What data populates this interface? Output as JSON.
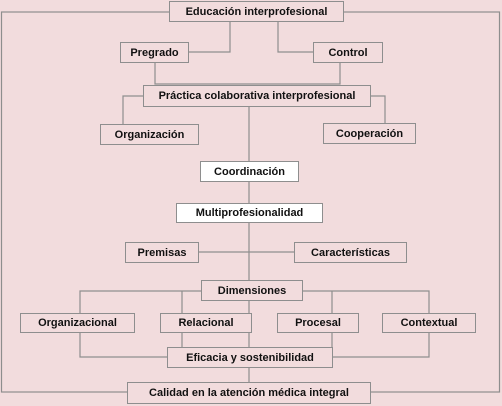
{
  "nodes": {
    "educacion": "Educación interprofesional",
    "pregrado": "Pregrado",
    "control": "Control",
    "practica": "Práctica colaborativa interprofesional",
    "organizacion": "Organización",
    "cooperacion": "Cooperación",
    "coordinacion": "Coordinación",
    "multiprofesionalidad": "Multiprofesionalidad",
    "premisas": "Premisas",
    "caracteristicas": "Características",
    "dimensiones": "Dimensiones",
    "organizacional": "Organizacional",
    "relacional": "Relacional",
    "procesal": "Procesal",
    "contextual": "Contextual",
    "eficacia": "Eficacia y sostenibilidad",
    "calidad": "Calidad en la atención médica integral"
  },
  "colors": {
    "background": "#f2dcdd",
    "box_border": "#8e8e8e",
    "connector": "#8e8e8e",
    "highlight_fill": "#ffffff"
  }
}
